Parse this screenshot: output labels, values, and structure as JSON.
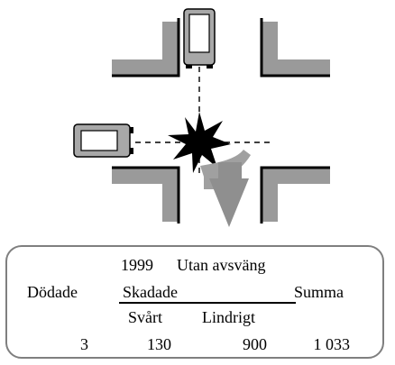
{
  "diagram": {
    "description_icons": [
      "car-top-icon",
      "car-side-icon",
      "collision-star-icon",
      "turn-arrow-icon"
    ]
  },
  "table": {
    "year": "1999",
    "subtitle": "Utan avsväng",
    "headers": {
      "killed": "Dödade",
      "injured": "Skadade",
      "total": "Summa",
      "severe": "Svårt",
      "minor": "Lindrigt"
    },
    "values": {
      "killed": "3",
      "severe": "130",
      "minor": "900",
      "total": "1 033"
    }
  }
}
